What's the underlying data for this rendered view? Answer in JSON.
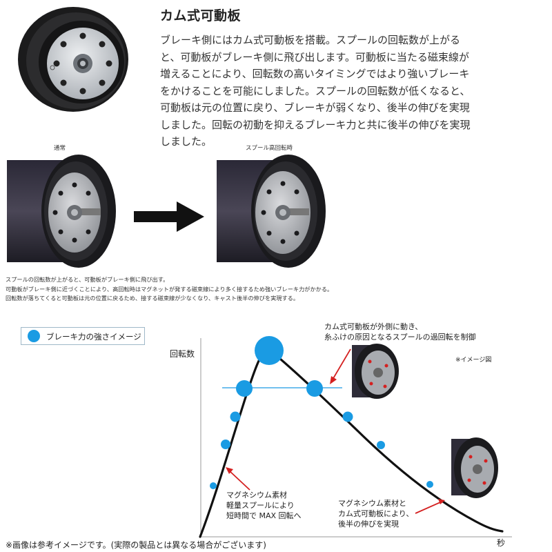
{
  "header": {
    "title": "カム式可動板",
    "description_lines": [
      "ブレーキ側にはカム式可動板を搭載。スプールの回転数が上がる",
      "と、可動板がブレーキ側に飛び出します。可動板に当たる磁束線が",
      "増えることにより、回転数の高いタイミングではより強いブレーキ",
      "をかけることを可能にしました。スプールの回転数が低くなると、",
      "可動板は元の位置に戻り、ブレーキが弱くなり、後半の伸びを実現",
      "しました。回転の初動を抑えるブレーキ力と共に後半の伸びを実現",
      "しました。"
    ]
  },
  "photos": {
    "left_label": "通常",
    "right_label": "スプール高回転時"
  },
  "caption_lines": [
    "スプールの回転数が上がると、可動板がブレーキ側に飛び出す。",
    "可動板がブレーキ側に近づくことにより、高回転時はマグネットが発する磁束線により多く接するため強いブレーキ力がかかる。",
    "回転数が落ちてくると可動板は元の位置に戻るため、接する磁束線が少なくなり、キャスト後半の伸びを実現する。"
  ],
  "legend": {
    "label": "ブレーキ力の強さイメージ",
    "dot_color": "#1a9be3"
  },
  "chart_data": {
    "type": "line",
    "ylabel": "回転数",
    "xlabel": "秒",
    "annotation_top": [
      "カム式可動板が外側に動き、",
      "糸ふけの原因となるスプールの過回転を制御"
    ],
    "image_note": "※イメージ図",
    "annotation_left": [
      "マグネシウム素材",
      "軽量スプールにより",
      "短時間で MAX 回転へ"
    ],
    "annotation_right": [
      "マグネシウム素材と",
      "カム式可動板により、",
      "後半の伸びを実現"
    ],
    "colors": {
      "curve": "#111111",
      "dot": "#1a9be3",
      "arrow": "#d42020",
      "hline": "#1a9be3"
    }
  },
  "footnote": "※画像は参考イメージです。(実際の製品とは異なる場合がございます)"
}
